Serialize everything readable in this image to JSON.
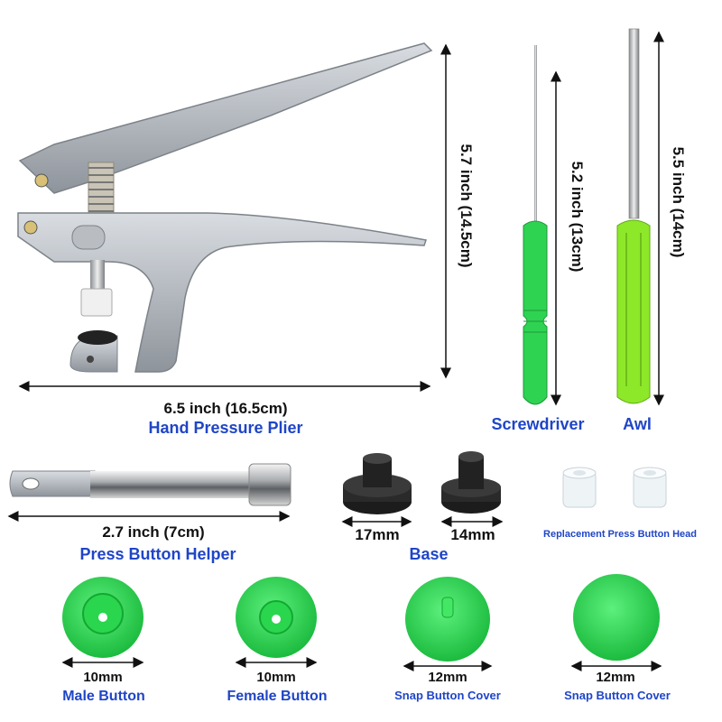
{
  "plier": {
    "height_label": "5.7 inch (14.5cm)",
    "width_label": "6.5 inch (16.5cm)",
    "name": "Hand Pressure Plier"
  },
  "screwdriver": {
    "length_label": "5.2 inch (13cm)",
    "name": "Screwdriver"
  },
  "awl": {
    "length_label": "5.5 inch (14cm)",
    "name": "Awl"
  },
  "helper": {
    "length_label": "2.7 inch (7cm)",
    "name": "Press Button Helper"
  },
  "base": {
    "size1": "17mm",
    "size2": "14mm",
    "name": "Base"
  },
  "head": {
    "name": "Replacement Press Button Head"
  },
  "buttons": [
    {
      "size": "10mm",
      "name": "Male Button"
    },
    {
      "size": "10mm",
      "name": "Female Button"
    },
    {
      "size": "12mm",
      "name": "Snap Button Cover"
    },
    {
      "size": "12mm",
      "name": "Snap Button Cover"
    }
  ],
  "colors": {
    "label_blue": "#1f45c7",
    "button_green": "#22d34a",
    "awl_green": "#8ee82a"
  }
}
